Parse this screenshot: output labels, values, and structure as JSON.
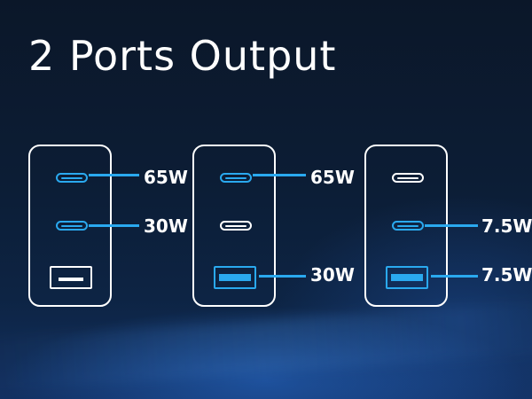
{
  "title": "2 Ports Output",
  "colors": {
    "accent": "#2aa9ef",
    "port_idle": "#ffffff",
    "background": "#0b1729"
  },
  "configs": [
    {
      "ports": [
        {
          "type": "usb-c",
          "active": true,
          "label": "65W"
        },
        {
          "type": "usb-c",
          "active": true,
          "label": "30W"
        },
        {
          "type": "usb-a",
          "active": false,
          "label": ""
        }
      ]
    },
    {
      "ports": [
        {
          "type": "usb-c",
          "active": true,
          "label": "65W"
        },
        {
          "type": "usb-c",
          "active": false,
          "label": ""
        },
        {
          "type": "usb-a",
          "active": true,
          "label": "30W"
        }
      ]
    },
    {
      "ports": [
        {
          "type": "usb-c",
          "active": false,
          "label": ""
        },
        {
          "type": "usb-c",
          "active": true,
          "label": "7.5W"
        },
        {
          "type": "usb-a",
          "active": true,
          "label": "7.5W"
        }
      ]
    }
  ]
}
